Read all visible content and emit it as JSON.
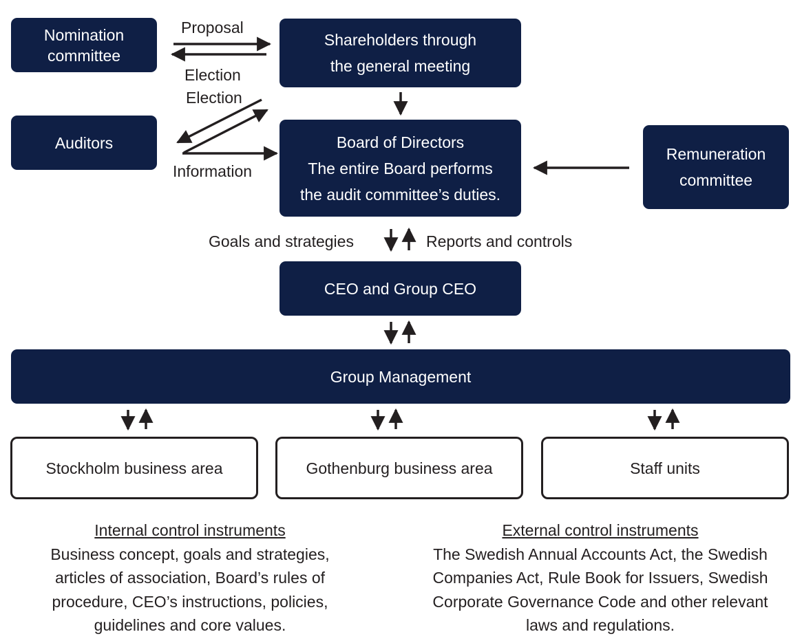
{
  "boxes": {
    "nomination": "Nomination\ncommittee",
    "shareholders": "Shareholders through\nthe general meeting",
    "auditors": "Auditors",
    "board": "Board of Directors\nThe entire Board performs\nthe audit committee’s duties.",
    "remuneration": "Remuneration\ncommittee",
    "ceo": "CEO and Group CEO",
    "group_management": "Group Management",
    "stockholm": "Stockholm business area",
    "gothenburg": "Gothenburg business area",
    "staff": "Staff units"
  },
  "labels": {
    "proposal": "Proposal",
    "election_1": "Election",
    "election_2": "Election",
    "information": "Information",
    "goals": "Goals and strategies",
    "reports": "Reports and controls"
  },
  "internal": {
    "heading": "Internal control instruments",
    "body": "Business concept, goals and strategies,\narticles of association, Board’s rules of\nprocedure, CEO’s instructions, policies,\nguidelines and core values."
  },
  "external": {
    "heading": "External control instruments",
    "body": "The Swedish Annual Accounts Act, the Swedish\nCompanies Act, Rule Book for Issuers, Swedish\nCorporate Governance Code and other relevant\nlaws and regulations."
  },
  "colors": {
    "navy": "#0f1f45",
    "ink": "#231f20"
  }
}
